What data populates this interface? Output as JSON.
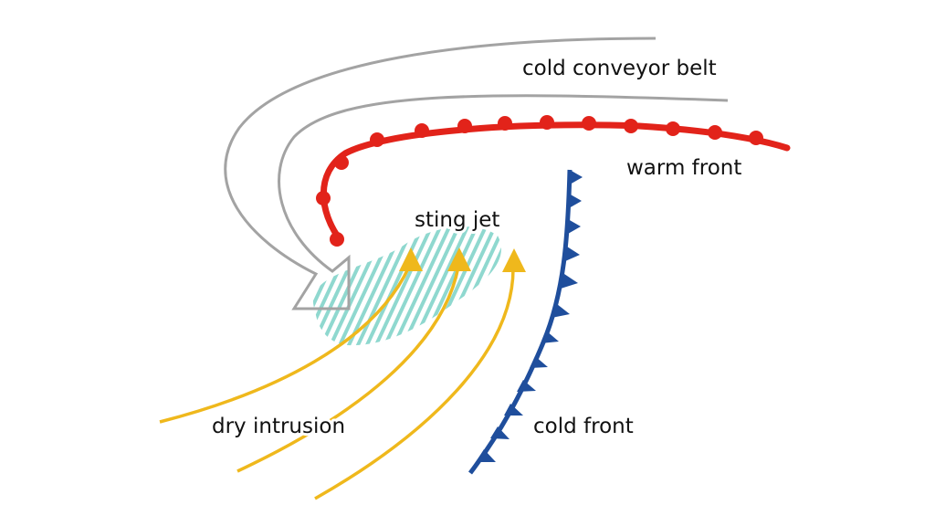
{
  "labels": {
    "cold_conveyor_belt": "cold conveyor belt",
    "warm_front": "warm front",
    "sting_jet": "sting jet",
    "dry_intrusion": "dry intrusion",
    "cold_front": "cold front"
  },
  "colors": {
    "conveyor": "#a3a3a3",
    "warm_front": "#e2231a",
    "cold_front": "#1f4e9c",
    "dry_intrusion": "#efb81c",
    "sting_jet_hatch": "#8fd8cf",
    "text": "#111111"
  }
}
